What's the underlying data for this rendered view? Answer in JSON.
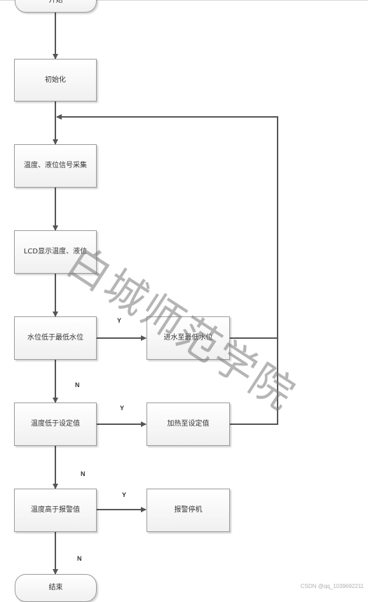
{
  "nodes": {
    "start": "开始",
    "init": "初始化",
    "acquire": "温度、液位信号采集",
    "lcd": "LCD显示温度、液位",
    "check_water": "水位低于最低水位",
    "fill_water": "进水至最低水位",
    "check_temp": "温度低于设定值",
    "heat": "加热至设定值",
    "check_alarm": "温度高于报警值",
    "alarm_stop": "报警停机",
    "end": "结束"
  },
  "labels": {
    "yes": "Y",
    "no": "N"
  },
  "watermark": "白城师范学院",
  "credit": "CSDN @qq_1039692211"
}
